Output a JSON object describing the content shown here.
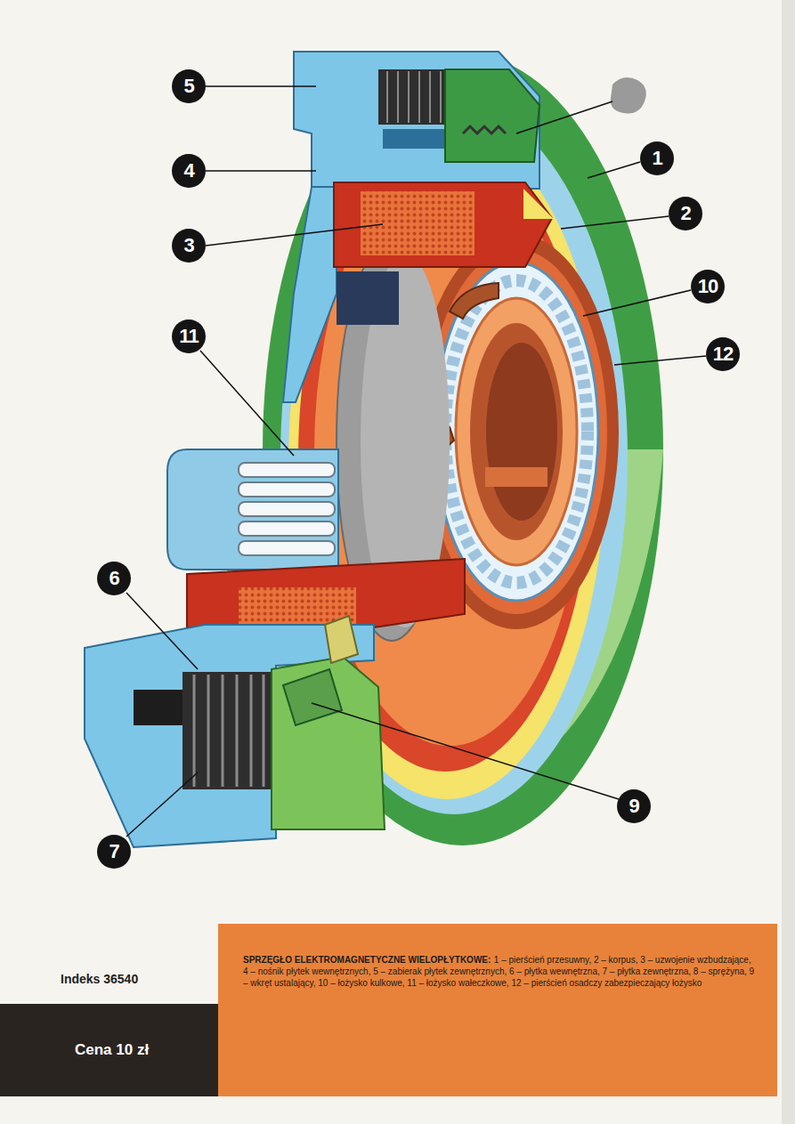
{
  "diagram": {
    "nodes": [
      {
        "text": [
          "5"
        ]
      },
      {
        "text": [
          "1"
        ]
      },
      {
        "text": [
          "4"
        ]
      },
      {
        "text": [
          "2"
        ]
      },
      {
        "text": [
          "3"
        ]
      },
      {
        "text": [
          "10"
        ]
      },
      {
        "text": [
          "11"
        ]
      },
      {
        "text": [
          "12"
        ]
      },
      {
        "text": [
          "6"
        ]
      },
      {
        "text": [
          "9"
        ]
      },
      {
        "text": [
          "7"
        ]
      },
      {
        "text": [
          "SPRZĘGŁO ELEKTROMAGNETYCZNE WIELOPŁYTKOWE:",
          "1 – pierścień przesuwny, 2 – korpus, 3 – uzwojenie wzbudzające, 4 – nośnik płytek wewnętrznych, 5 – zabierak płytek zewnętrznych, 6 – płytka wewnętrzna, 7 – płytka zewnętrzna, 8 – sprężyna, 9 – wkręt ustalający, 10 – łożysko kulkowe, 11 – łożysko wałeczkowe, 12 – pierścień osadczy zabezpieczający łożysko"
        ]
      },
      {
        "text": [
          "Cena 10 zł"
        ]
      }
    ],
    "labels": [
      "Indeks 36540"
    ]
  }
}
